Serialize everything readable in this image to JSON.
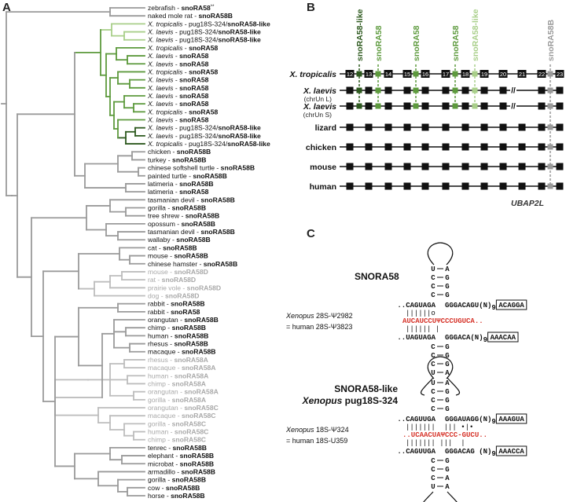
{
  "panels": {
    "a": "A",
    "b": "B",
    "c": "C"
  },
  "colors": {
    "dark_green": "#2e5a1f",
    "mid_green": "#5d9a3d",
    "light_green": "#a9cf8a",
    "gray": "#9a9a9a",
    "light_gray": "#bdbdbd",
    "black": "#111111",
    "red": "#d6342a"
  },
  "tree": {
    "leaves": [
      {
        "sp": "zebrafish - ",
        "gene": "snoRA58",
        "sup": "**",
        "color": "#111111"
      },
      {
        "sp": "naked mole rat - ",
        "gene": "snoRA58B",
        "color": "#111111"
      },
      {
        "sp": "X. tropicalis",
        "rest": " - pug18S-324/",
        "gene": "snoRA58-like",
        "color": "#111111"
      },
      {
        "sp": "X. laevis",
        "rest": " - pug18S-324/",
        "gene": "snoRA58-like",
        "color": "#111111"
      },
      {
        "sp": "X. laevis",
        "rest": " - pug18S-324/",
        "gene": "snoRA58-like",
        "color": "#111111"
      },
      {
        "sp": "X. tropicalis",
        "rest": " - ",
        "gene": "snoRA58",
        "color": "#111111"
      },
      {
        "sp": "X. laevis",
        "rest": " - ",
        "gene": "snoRA58",
        "color": "#111111"
      },
      {
        "sp": "X. laevis",
        "rest": " - ",
        "gene": "snoRA58",
        "color": "#111111"
      },
      {
        "sp": "X. tropicalis",
        "rest": " - ",
        "gene": "snoRA58",
        "color": "#111111"
      },
      {
        "sp": "X. laevis",
        "rest": " - ",
        "gene": "snoRA58",
        "color": "#111111"
      },
      {
        "sp": "X. laevis",
        "rest": " - ",
        "gene": "snoRA58",
        "color": "#111111"
      },
      {
        "sp": "X. laevis",
        "rest": " - ",
        "gene": "snoRA58",
        "color": "#111111"
      },
      {
        "sp": "X. laevis",
        "rest": " - ",
        "gene": "snoRA58",
        "color": "#111111"
      },
      {
        "sp": "X. tropicalis",
        "rest": " - ",
        "gene": "snoRA58",
        "color": "#111111"
      },
      {
        "sp": "X. laevis",
        "rest": " - ",
        "gene": "snoRA58",
        "color": "#111111"
      },
      {
        "sp": "X. laevis",
        "rest": " - pug18S-324/",
        "gene": "snoRA58-like",
        "color": "#111111"
      },
      {
        "sp": "X. laevis",
        "rest": " - pug18S-324/",
        "gene": "snoRA58-like",
        "color": "#111111"
      },
      {
        "sp": "X. tropicalis",
        "rest": " - pug18S-324/",
        "gene": "snoRA58-like",
        "color": "#111111"
      },
      {
        "sp": "chicken - ",
        "gene": "snoRA58B",
        "color": "#111111"
      },
      {
        "sp": "turkey - ",
        "gene": "snoRA58B",
        "color": "#111111"
      },
      {
        "sp": "chinese softshell turtle - ",
        "gene": "snoRA58B",
        "color": "#111111"
      },
      {
        "sp": "painted turtle - ",
        "gene": "snoRA58B",
        "color": "#111111"
      },
      {
        "sp": "latimeria - ",
        "gene": "snoRA58B",
        "color": "#111111"
      },
      {
        "sp": "latimeria - ",
        "gene": "snoRA58",
        "color": "#111111"
      },
      {
        "sp": "tasmanian devil - ",
        "gene": "snoRA58B",
        "color": "#111111"
      },
      {
        "sp": "gorilla - ",
        "gene": "snoRA58B",
        "color": "#111111"
      },
      {
        "sp": "tree shrew - ",
        "gene": "snoRA58B",
        "color": "#111111"
      },
      {
        "sp": "opossum - ",
        "gene": "snoRA58B",
        "color": "#111111"
      },
      {
        "sp": "tasmanian devil - ",
        "gene": "snoRA58B",
        "color": "#111111"
      },
      {
        "sp": "wallaby - ",
        "gene": "snoRA58B",
        "color": "#111111"
      },
      {
        "sp": "cat - ",
        "gene": "snoRA58B",
        "color": "#111111"
      },
      {
        "sp": "mouse - ",
        "gene": "snoRA58B",
        "color": "#111111"
      },
      {
        "sp": "chinese hamster - ",
        "gene": "snoRA58B",
        "color": "#111111"
      },
      {
        "sp": "mouse - ",
        "gene": "snoRA58D",
        "color": "#a8a8a8"
      },
      {
        "sp": "rat - ",
        "gene": "snoRA58D",
        "color": "#a8a8a8"
      },
      {
        "sp": "prairie vole - ",
        "gene": "snoRA58D",
        "color": "#a8a8a8"
      },
      {
        "sp": "dog - ",
        "gene": "snoRA58D",
        "color": "#a8a8a8"
      },
      {
        "sp": "rabbit - ",
        "gene": "snoRA58B",
        "color": "#111111"
      },
      {
        "sp": "rabbit - ",
        "gene": "snoRA58",
        "color": "#111111"
      },
      {
        "sp": "orangutan - ",
        "gene": "snoRA58B",
        "color": "#111111"
      },
      {
        "sp": "chimp - ",
        "gene": "snoRA58B",
        "color": "#111111"
      },
      {
        "sp": "human - ",
        "gene": "snoRA58B",
        "color": "#111111"
      },
      {
        "sp": "rhesus - ",
        "gene": "snoRA58B",
        "color": "#111111"
      },
      {
        "sp": "macaque - ",
        "gene": "snoRA58B",
        "color": "#111111"
      },
      {
        "sp": "rhesus - ",
        "gene": "snoRA58A",
        "color": "#a8a8a8"
      },
      {
        "sp": "macaque - ",
        "gene": "snoRA58A",
        "color": "#a8a8a8"
      },
      {
        "sp": "human - ",
        "gene": "snoRA58A",
        "color": "#a8a8a8"
      },
      {
        "sp": "chimp - ",
        "gene": "snoRA58A",
        "color": "#a8a8a8"
      },
      {
        "sp": "orangutan - ",
        "gene": "snoRA58A",
        "color": "#a8a8a8"
      },
      {
        "sp": "gorilla - ",
        "gene": "snoRA58A",
        "color": "#a8a8a8"
      },
      {
        "sp": "orangutan - ",
        "gene": "snoRA58C",
        "color": "#a8a8a8"
      },
      {
        "sp": "macaque - ",
        "gene": "snoRA58C",
        "color": "#a8a8a8"
      },
      {
        "sp": "gorilla - ",
        "gene": "snoRA58C",
        "color": "#a8a8a8"
      },
      {
        "sp": "human - ",
        "gene": "snoRA58C",
        "color": "#a8a8a8"
      },
      {
        "sp": "chimp - ",
        "gene": "snoRA58C",
        "color": "#a8a8a8"
      },
      {
        "sp": "tenrec - ",
        "gene": "snoRA58B",
        "color": "#111111"
      },
      {
        "sp": "elephant - ",
        "gene": "snoRA58B",
        "color": "#111111"
      },
      {
        "sp": "microbat - ",
        "gene": "snoRA58B",
        "color": "#111111"
      },
      {
        "sp": "armadillo - ",
        "gene": "snoRA58B",
        "color": "#111111"
      },
      {
        "sp": "gorilla - ",
        "gene": "snoRA58B",
        "color": "#111111"
      },
      {
        "sp": "cow - ",
        "gene": "snoRA58B",
        "color": "#111111"
      },
      {
        "sp": "horse - ",
        "gene": "snoRA58B",
        "color": "#111111"
      }
    ]
  },
  "loci": {
    "top_labels": [
      {
        "text": "snoRA58-like",
        "color": "#2e5a1f",
        "exon": "12-13"
      },
      {
        "text": "snoRA58",
        "color": "#5d9a3d",
        "exon": "13-14"
      },
      {
        "text": "snoRA58",
        "color": "#5d9a3d",
        "exon": "15-16"
      },
      {
        "text": "snoRA58",
        "color": "#5d9a3d",
        "exon": "17-18"
      },
      {
        "text": "snoRA58-like",
        "color": "#a9cf8a",
        "exon": "18-19"
      },
      {
        "text": "snoRA58B",
        "color": "#9a9a9a",
        "exon": "22-23"
      }
    ],
    "exon_numbers": [
      "12",
      "13",
      "14",
      "15",
      "16",
      "17",
      "18",
      "19",
      "20",
      "21",
      "22",
      "23"
    ],
    "rows": [
      {
        "name": "X. tropicalis",
        "italic": true,
        "sub": ""
      },
      {
        "name": "X. laevis",
        "italic": true,
        "sub": "(chrUn L)"
      },
      {
        "name": "X. laevis",
        "italic": true,
        "sub": "(chrUn S)"
      },
      {
        "name": "lizard",
        "italic": false,
        "sub": ""
      },
      {
        "name": "chicken",
        "italic": false,
        "sub": ""
      },
      {
        "name": "mouse",
        "italic": false,
        "sub": ""
      },
      {
        "name": "human",
        "italic": false,
        "sub": ""
      }
    ],
    "host_gene": "UBAP2L",
    "break_mark": "//"
  },
  "structures": {
    "s1": {
      "title": "SNORA58",
      "upper_pairs": [
        [
          "U",
          "A"
        ],
        [
          "C",
          "G"
        ],
        [
          "C",
          "G"
        ],
        [
          "C",
          "G"
        ]
      ],
      "line1_left": "..CAGUAGA",
      "line1_right": "GGGACAGU(N)",
      "line1_sub": "9",
      "line1_box": "ACAGGA",
      "ticks1": "||||||o",
      "guide": "AUCAUCCUΨCCCUGUCA..",
      "ticks2": "|||||| |",
      "line2_left": "..UAGUAGA",
      "line2_right": "GGGACA(N)",
      "line2_sub": "9",
      "line2_box": "AAACAA",
      "lower_pairs": [
        [
          "C",
          "G"
        ],
        [
          "C",
          "G"
        ],
        [
          "C",
          "G"
        ],
        [
          "U",
          "A"
        ]
      ],
      "label_line1_species": "Xenopus",
      "label_line1_rest": " 28S-Ψ2982",
      "label_line2": "= human 28S-Ψ3823"
    },
    "s2": {
      "title_line1": "SNORA58-like",
      "title_line2_italic": "Xenopus",
      "title_line2_rest": " pug18S-324",
      "upper_pairs": [
        [
          "U",
          "A"
        ],
        [
          "C",
          "G"
        ],
        [
          "C",
          "G"
        ],
        [
          "C",
          "G"
        ]
      ],
      "line1_left": "..CAGUUGA",
      "line1_right": "GGGAUAGG(N)",
      "line1_sub": "9",
      "line1_box": "AAAGUA",
      "ticks1": "|||||||  ||| •|•",
      "guide": "..UCAACUAΨCCC-GUCU..",
      "ticks2": "||||||| |||  |",
      "line2_left": "..CAGUUGA",
      "line2_right": "GGGACAG (N)",
      "line2_sub": "9",
      "line2_box": "AAACCA",
      "lower_pairs": [
        [
          "C",
          "G"
        ],
        [
          "C",
          "G"
        ],
        [
          "C",
          "A"
        ],
        [
          "U",
          "A"
        ]
      ],
      "label_line1_species": "Xenopus",
      "label_line1_rest": " 18S-Ψ324",
      "label_line2": "= human 18S-U359"
    }
  }
}
